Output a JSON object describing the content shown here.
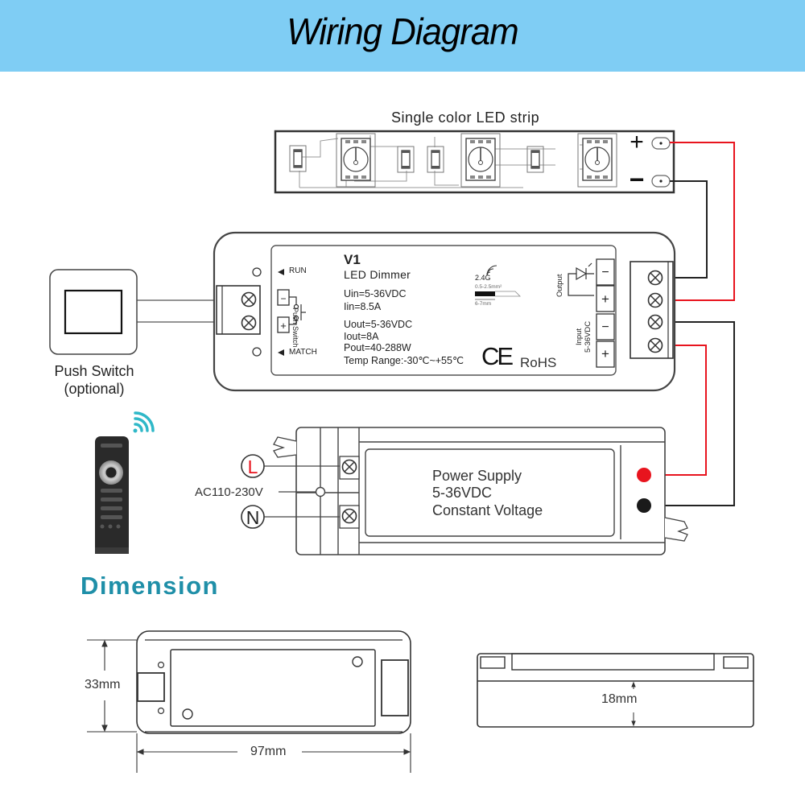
{
  "header": {
    "title": "Wiring Diagram",
    "background": "#7fcdf4"
  },
  "led_strip": {
    "label": "Single color LED strip",
    "plus_label": "+",
    "minus_label": "−"
  },
  "push_switch": {
    "label_line1": "Push Switch",
    "label_line2": "(optional)"
  },
  "remote": {
    "icon": "wifi-signal-icon",
    "signal_color": "#2fb8c8"
  },
  "dimmer": {
    "model": "V1",
    "name": "LED Dimmer",
    "run_label": "RUN",
    "match_label": "MATCH",
    "push_switch_label": "Push Switch",
    "specs": [
      "Uin=5-36VDC",
      "Iin=8.5A"
    ],
    "specs_out": [
      "Uout=5-36VDC",
      "Iout=8A",
      "Pout=40-288W",
      "Temp Range:-30℃~+55℃"
    ],
    "wireless": "2.4G",
    "wire_gauge": "0.5-2.5mm²",
    "strip_length": "6-7mm",
    "ce_mark": "CE",
    "rohs": "RoHS",
    "output_label": "Output",
    "input_label_line1": "Input",
    "input_label_line2": "5-36VDC",
    "terminals": [
      "−",
      "+",
      "−",
      "+"
    ],
    "switch_terminals": [
      "−",
      "+"
    ]
  },
  "power_supply": {
    "line1": "Power Supply",
    "line2": "5-36VDC",
    "line3": "Constant Voltage",
    "ac_label": "AC110-230V",
    "live": "L",
    "neutral": "N",
    "live_color": "#e8141e"
  },
  "dimension": {
    "title": "Dimension",
    "title_color": "#1f8fa8",
    "height": "33mm",
    "length": "97mm",
    "thickness": "18mm"
  },
  "wire_colors": {
    "positive": "#e8141e",
    "negative": "#222222"
  }
}
